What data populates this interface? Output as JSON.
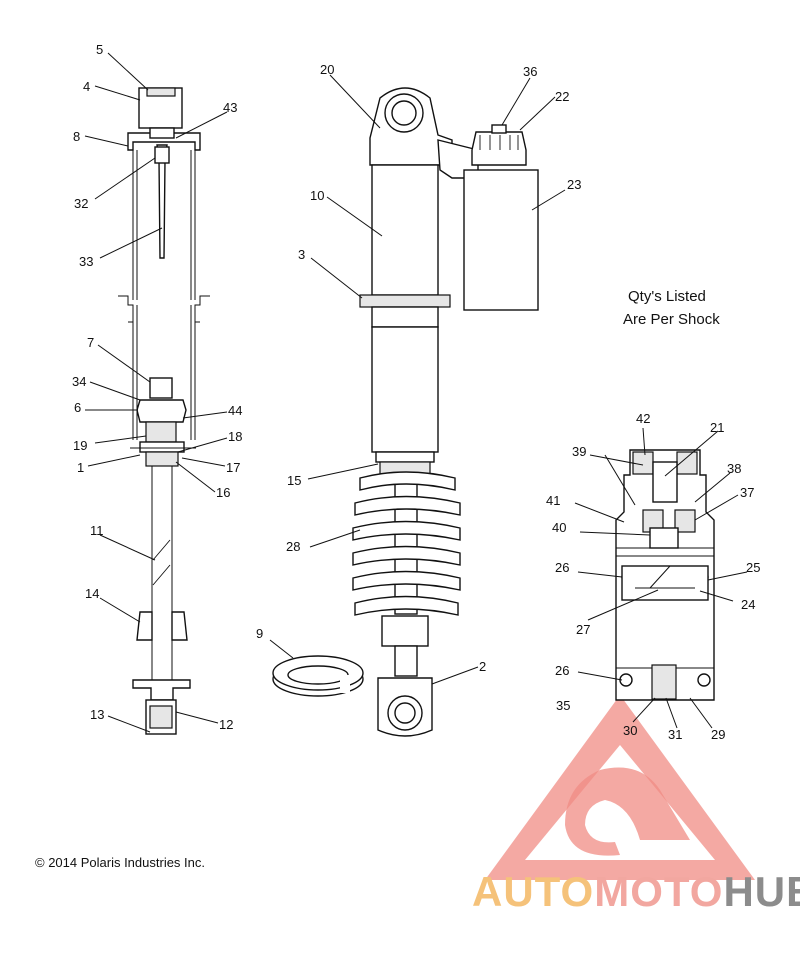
{
  "diagram": {
    "note_line1": "Qty's Listed",
    "note_line2": "Are Per Shock",
    "copyright": "© 2014 Polaris Industries Inc."
  },
  "watermark": {
    "auto": "AUTO",
    "moto": "MOTO",
    "hub": "HUB",
    "colors": {
      "auto": "#f5c27a",
      "moto": "#f2a7a0",
      "hub": "#8c8c8c",
      "logo": "#f08c84"
    }
  },
  "callouts": {
    "c1": "1",
    "c2": "2",
    "c3": "3",
    "c4": "4",
    "c5": "5",
    "c6": "6",
    "c7": "7",
    "c8": "8",
    "c9": "9",
    "c10": "10",
    "c11": "11",
    "c12": "12",
    "c13": "13",
    "c14": "14",
    "c15": "15",
    "c16": "16",
    "c17": "17",
    "c18": "18",
    "c19": "19",
    "c20": "20",
    "c21": "21",
    "c22": "22",
    "c23": "23",
    "c24": "24",
    "c25": "25",
    "c26a": "26",
    "c26b": "26",
    "c27": "27",
    "c28": "28",
    "c29": "29",
    "c30": "30",
    "c31": "31",
    "c32": "32",
    "c33": "33",
    "c34": "34",
    "c35": "35",
    "c36": "36",
    "c37": "37",
    "c38": "38",
    "c39": "39",
    "c40": "40",
    "c41": "41",
    "c42": "42",
    "c43": "43",
    "c44": "44"
  }
}
